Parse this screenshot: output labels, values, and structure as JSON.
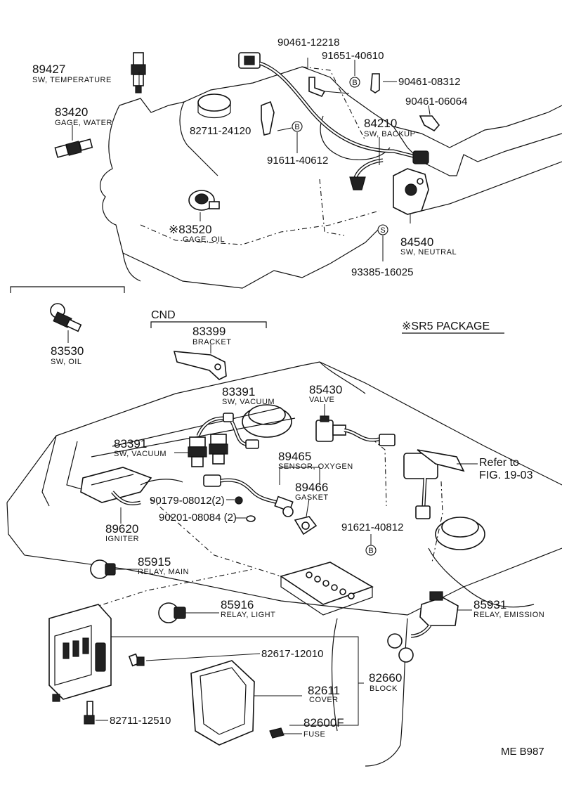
{
  "parts": {
    "p89427": {
      "pn": "89427",
      "desc": "SW, TEMPERATURE"
    },
    "p83420": {
      "pn": "83420",
      "desc": "GAGE, WATER"
    },
    "p82711a": {
      "pn": "82711-24120"
    },
    "p83520": {
      "pn": "※83520",
      "desc": "GAGE, OIL"
    },
    "p90461a": {
      "pn": "90461-12218"
    },
    "p91651": {
      "pn": "91651-40610"
    },
    "p90461b": {
      "pn": "90461-08312"
    },
    "p90461c": {
      "pn": "90461-06064"
    },
    "p84210": {
      "pn": "84210",
      "desc": "SW, BACKUP"
    },
    "p91611": {
      "pn": "91611-40612"
    },
    "p84540": {
      "pn": "84540",
      "desc": "SW, NEUTRAL"
    },
    "p93385": {
      "pn": "93385-16025"
    },
    "p83530": {
      "pn": "83530",
      "desc": "SW, OIL"
    },
    "p83399": {
      "pn": "83399",
      "desc": "BRACKET"
    },
    "p83391a": {
      "pn": "83391",
      "desc": "SW, VACUUM"
    },
    "p83391b": {
      "pn": "83391",
      "desc": "SW, VACUUM"
    },
    "p85430": {
      "pn": "85430",
      "desc": "VALVE"
    },
    "p89465": {
      "pn": "89465",
      "desc": "SENSOR, OXYGEN"
    },
    "p89466": {
      "pn": "89466",
      "desc": "GASKET"
    },
    "p90179": {
      "pn": "90179-08012(2)"
    },
    "p90201": {
      "pn": "90201-08084 (2)"
    },
    "p89620": {
      "pn": "89620",
      "desc": "IGNITER"
    },
    "p91621": {
      "pn": "91621-40812"
    },
    "p85915": {
      "pn": "85915",
      "desc": "RELAY, MAIN"
    },
    "p85916": {
      "pn": "85916",
      "desc": "RELAY, LIGHT"
    },
    "p85931": {
      "pn": "85931",
      "desc": "RELAY, EMISSION"
    },
    "p82617": {
      "pn": "82617-12010"
    },
    "p82611": {
      "pn": "82611",
      "desc": "COVER"
    },
    "p82660": {
      "pn": "82660",
      "desc": "BLOCK"
    },
    "p82600F": {
      "pn": "82600F",
      "desc": "FUSE"
    },
    "p82711b": {
      "pn": "82711-12510"
    }
  },
  "labels": {
    "cnd": "CND",
    "sr5": "※SR5 PACKAGE",
    "refer1": "Refer to",
    "refer2": "FIG. 19-03",
    "footer": "ME  B987",
    "circle_b": "B",
    "circle_s": "S"
  }
}
